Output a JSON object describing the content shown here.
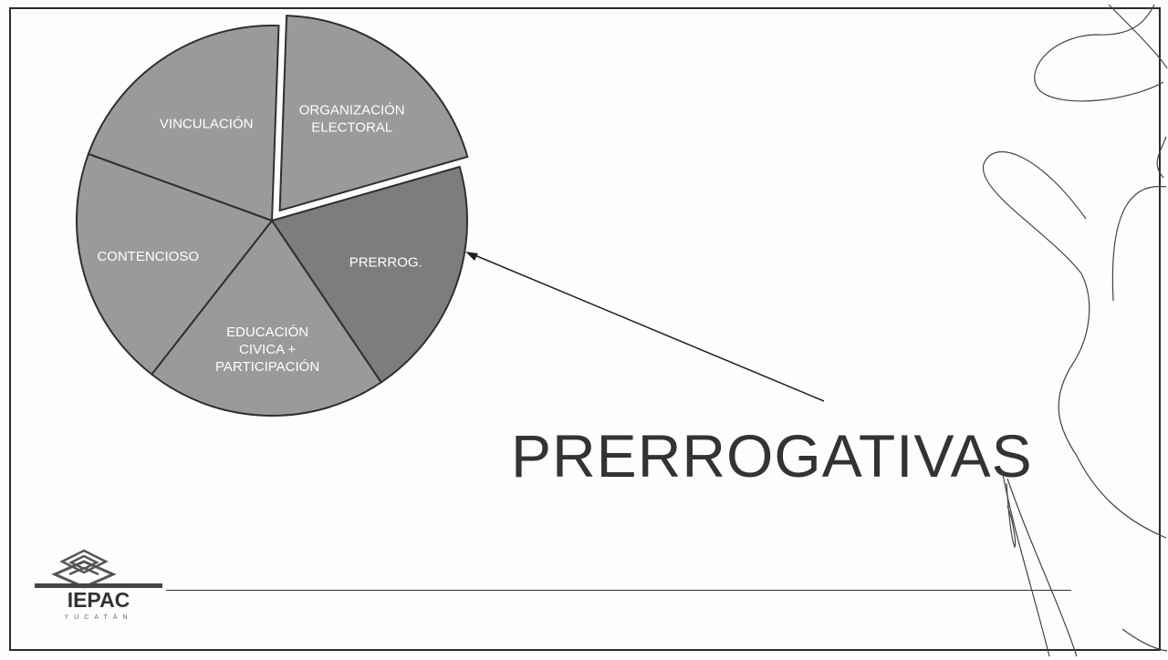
{
  "slide": {
    "title": "PRERROGATIVAS",
    "logo_text": "IEPAC",
    "logo_subtext": "YUCATÁN"
  },
  "chart_data": {
    "type": "pie",
    "title": "",
    "slices": [
      {
        "label_lines": [
          "ORGANIZACIÓN",
          "ELECTORAL"
        ],
        "value": 20,
        "exploded": true
      },
      {
        "label_lines": [
          "PRERROG."
        ],
        "value": 20,
        "exploded": false,
        "highlighted": true
      },
      {
        "label_lines": [
          "EDUCACIÓN",
          "CIVICA +",
          "PARTICIPACIÓN"
        ],
        "value": 20,
        "exploded": false
      },
      {
        "label_lines": [
          "CONTENCIOSO"
        ],
        "value": 20,
        "exploded": false
      },
      {
        "label_lines": [
          "VINCULACIÓN"
        ],
        "value": 20,
        "exploded": false
      }
    ],
    "colors": {
      "default": "#9a9a9a",
      "highlighted": "#7d7d7d",
      "stroke": "#2f2f2f"
    },
    "annotation": {
      "type": "arrow",
      "points_to": "PRERROG.",
      "from": "PRERROGATIVAS"
    }
  }
}
